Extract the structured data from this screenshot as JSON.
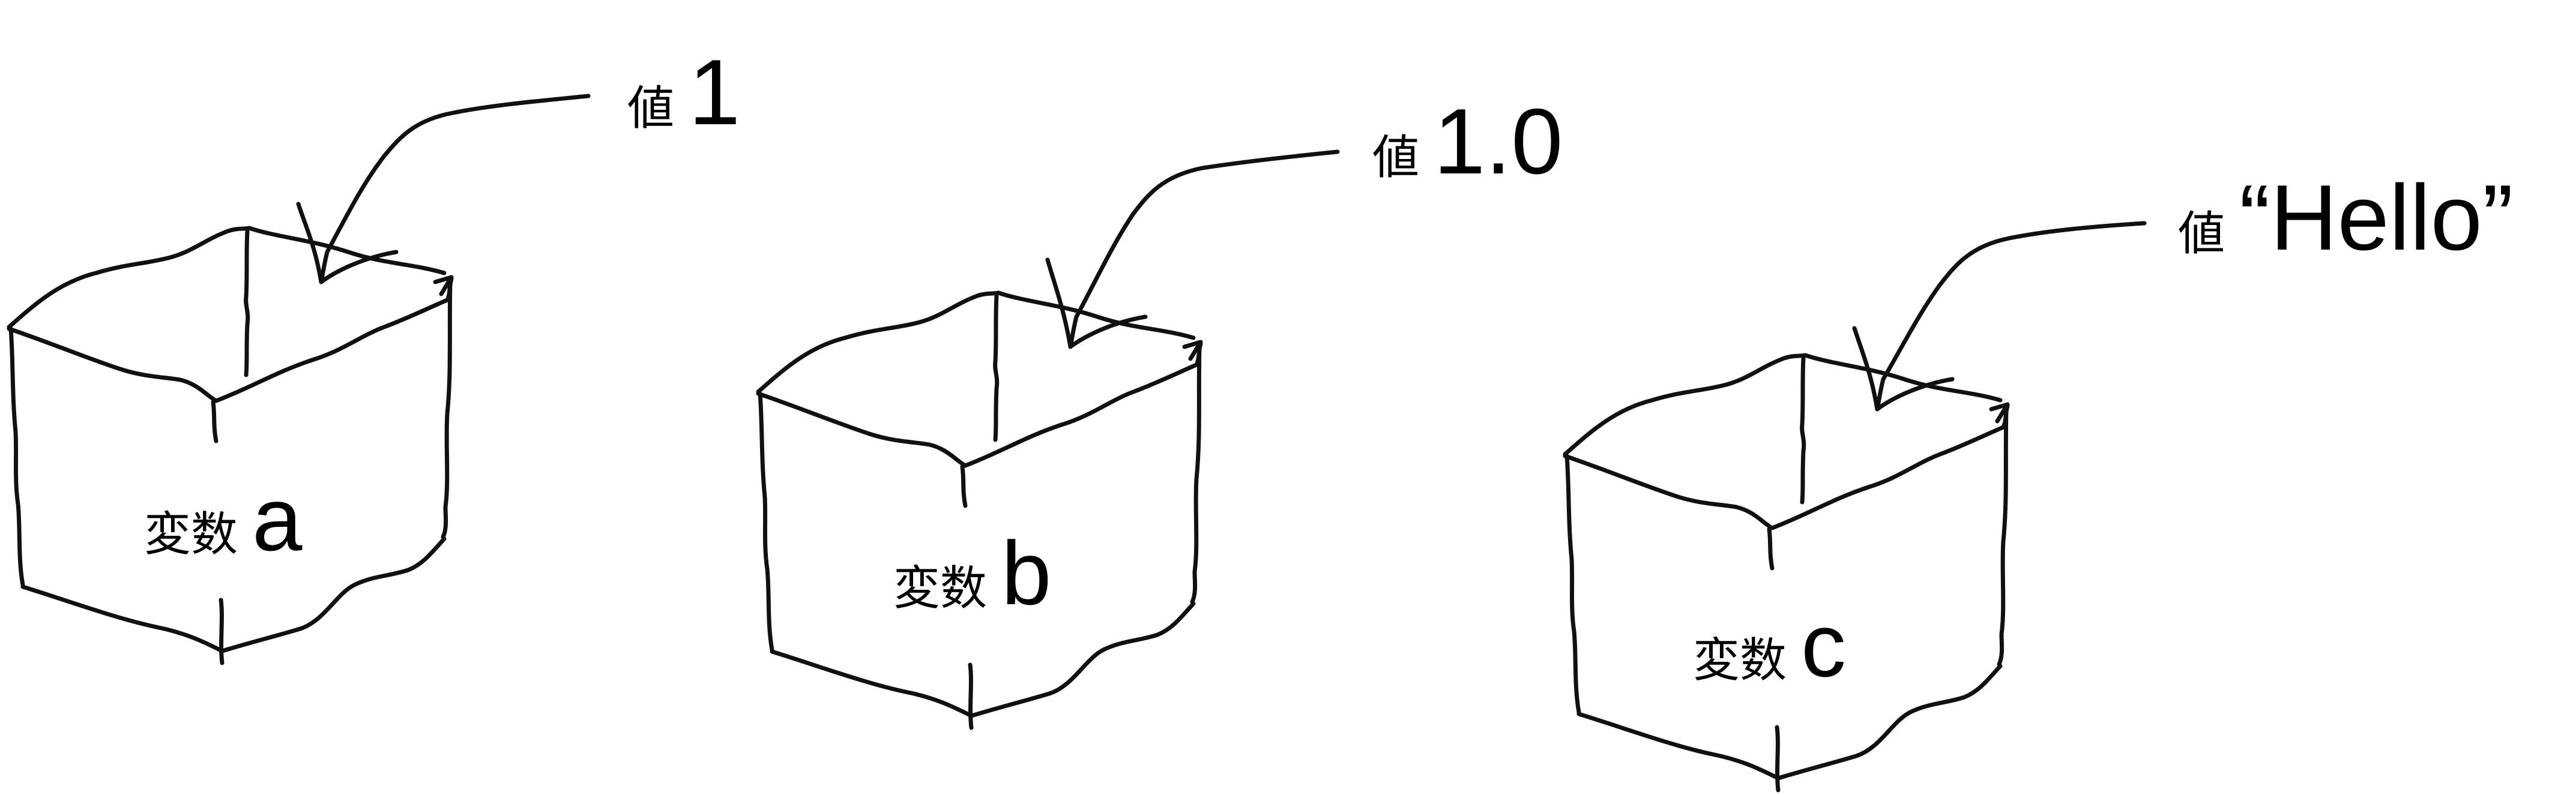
{
  "boxes": [
    {
      "variable_prefix": "変数",
      "variable_name": "a",
      "value_prefix": "値",
      "value": "1"
    },
    {
      "variable_prefix": "変数",
      "variable_name": "b",
      "value_prefix": "値",
      "value": "1.0"
    },
    {
      "variable_prefix": "変数",
      "variable_name": "c",
      "value_prefix": "値",
      "value": "“Hello”"
    }
  ],
  "stroke_color": "#000000",
  "background_color": "#ffffff"
}
